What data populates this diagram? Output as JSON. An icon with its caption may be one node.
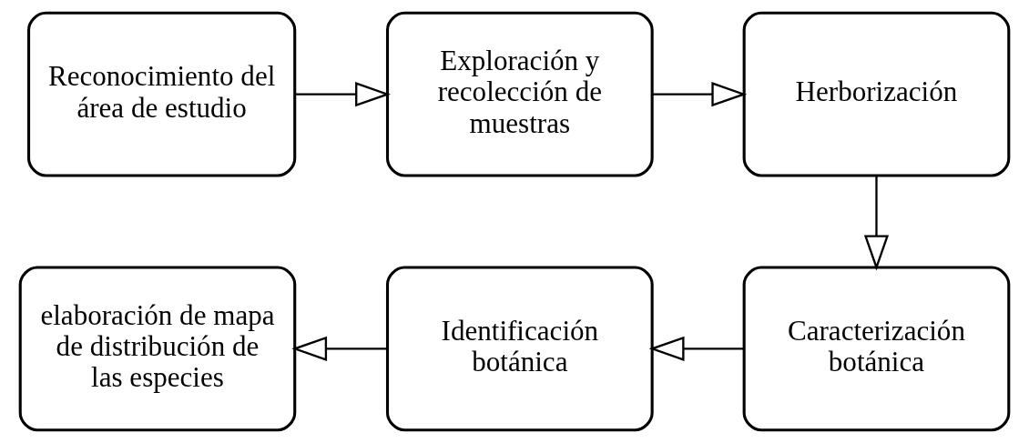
{
  "diagram": {
    "nodes": [
      {
        "text": [
          "Reconocimiento del área de estudio"
        ]
      },
      {
        "text": [
          "Exploración y recolección de muestras"
        ]
      },
      {
        "text": [
          "Herborización"
        ]
      },
      {
        "text": [
          "Caracterización botánica"
        ]
      },
      {
        "text": [
          "Identificación botánica"
        ]
      },
      {
        "text": [
          "elaboración de mapa de distribución de las especies"
        ]
      }
    ],
    "edges": [
      {
        "from": 0,
        "to": 1,
        "arrow": "to"
      },
      {
        "from": 1,
        "to": 2,
        "arrow": "to"
      },
      {
        "from": 2,
        "to": 3,
        "arrow": "to"
      },
      {
        "from": 3,
        "to": 4,
        "arrow": "to"
      },
      {
        "from": 4,
        "to": 5,
        "arrow": "to"
      }
    ]
  }
}
